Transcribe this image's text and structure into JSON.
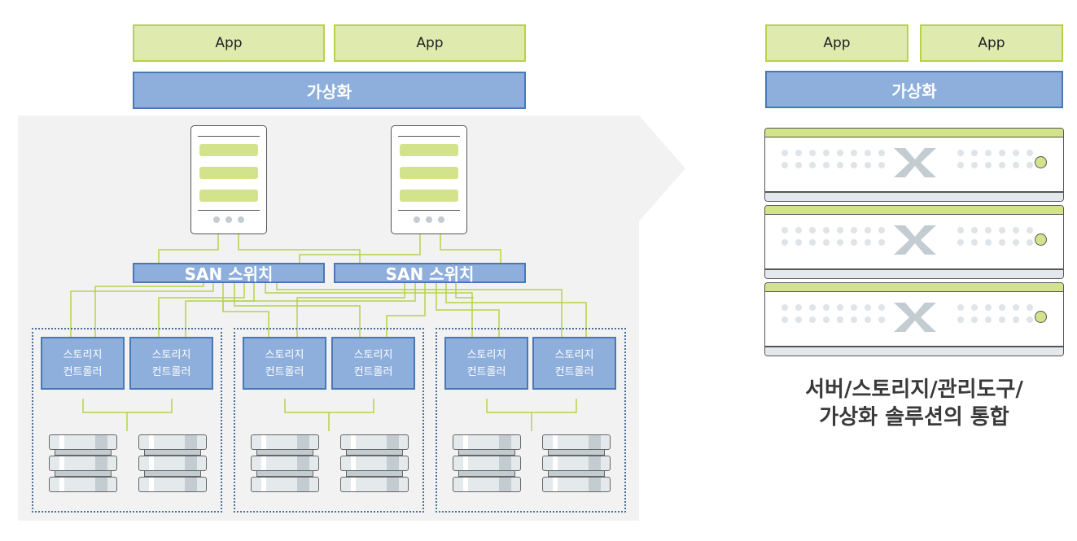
{
  "left_stack": {
    "apps": [
      "App",
      "App"
    ],
    "virtualization_label": "가상화",
    "san_switches": [
      "SAN 스위치",
      "SAN 스위치"
    ],
    "storage_groups": [
      {
        "controllers": [
          [
            "스토리지",
            "컨트롤러"
          ],
          [
            "스토리지",
            "컨트롤러"
          ]
        ],
        "disk_count": 2
      },
      {
        "controllers": [
          [
            "스토리지",
            "컨트롤러"
          ],
          [
            "스토리지",
            "컨트롤러"
          ]
        ],
        "disk_count": 2
      },
      {
        "controllers": [
          [
            "스토리지",
            "컨트롤러"
          ],
          [
            "스토리지",
            "컨트롤러"
          ]
        ],
        "disk_count": 2
      }
    ],
    "server_count": 2
  },
  "right_stack": {
    "apps": [
      "App",
      "App"
    ],
    "virtualization_label": "가상화",
    "node_count": 3,
    "node_logo_icon": "nutanix-x-icon",
    "caption_lines": [
      "서버/스토리지/관리도구/",
      "가상화 솔루션의 통합"
    ]
  },
  "colors": {
    "app_fill": "#dfeaae",
    "app_border": "#b7d24a",
    "blue_fill": "#8eaedb",
    "blue_border": "#4a78b5",
    "wire": "#b7d24a",
    "panel_bg": "#f2f2f2"
  }
}
